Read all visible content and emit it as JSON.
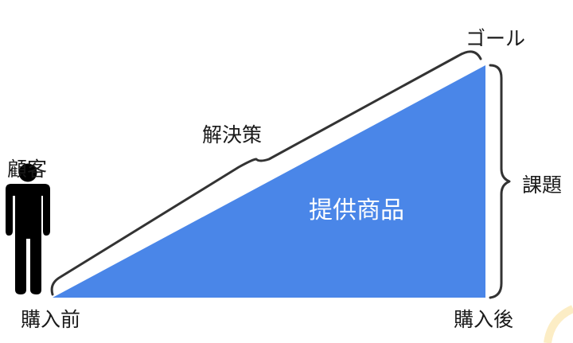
{
  "diagram": {
    "customer_label": "顧客",
    "before_label": "購入前",
    "after_label": "購入後",
    "goal_label": "ゴール",
    "solution_label": "解決策",
    "problem_label": "課題",
    "product_label": "提供商品"
  },
  "colors": {
    "triangle_fill": "#4A86E8",
    "brace_stroke": "#333333",
    "person_fill": "#000000",
    "text": "#1a1a1a",
    "product_text": "#ffffff",
    "corner_accent": "#F9D77E"
  },
  "icons": {
    "customer": "person-icon"
  }
}
